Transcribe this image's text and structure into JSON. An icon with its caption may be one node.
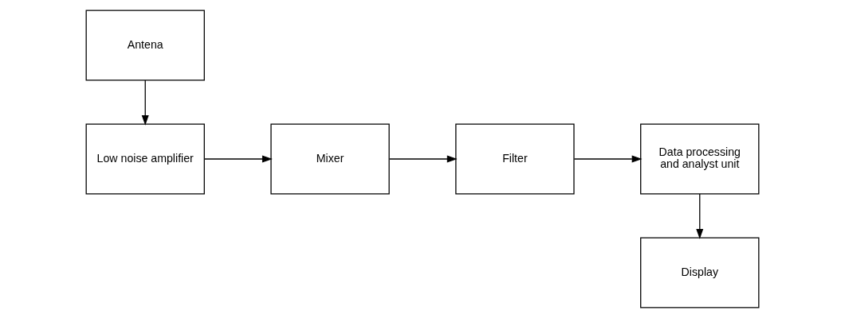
{
  "diagram": {
    "nodes": [
      {
        "text": [
          "Antena"
        ]
      },
      {
        "text": [
          "Low noise amplifier"
        ]
      },
      {
        "text": [
          "Mixer"
        ]
      },
      {
        "text": [
          "Filter"
        ]
      },
      {
        "text": [
          "Data processing and analyst unit"
        ]
      },
      {
        "text": [
          "Display"
        ]
      }
    ],
    "edges": [
      {
        "from": 0,
        "to": 1,
        "arrow": "to"
      },
      {
        "from": 1,
        "to": 2,
        "arrow": "to"
      },
      {
        "from": 2,
        "to": 3,
        "arrow": "to"
      },
      {
        "from": 3,
        "to": 4,
        "arrow": "to"
      },
      {
        "from": 4,
        "to": 5,
        "arrow": "to"
      }
    ]
  }
}
